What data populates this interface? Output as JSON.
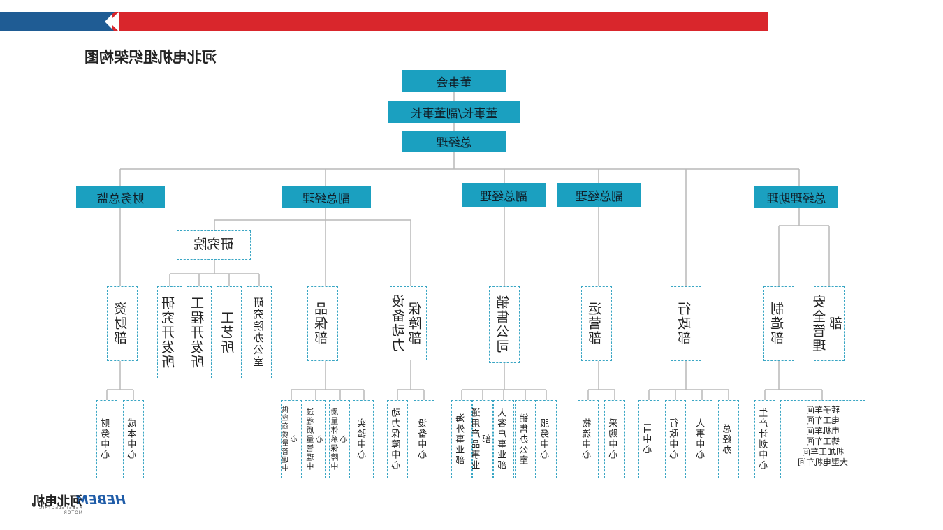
{
  "header": {
    "title": "河北电机组织架构图"
  },
  "colors": {
    "band_red": "#d9262c",
    "band_blue": "#1f5c94",
    "box_fill": "#1ba0c0",
    "dash_border": "#3aa6c4"
  },
  "top": {
    "board": "董事会",
    "chair": "董事长/副董事长",
    "gm": "总经理"
  },
  "level2": {
    "asst": "总经理助理",
    "vp1": "副总经理",
    "vp2": "副总经理",
    "vp3": "副总经理",
    "cfo": "财务总监"
  },
  "research": {
    "institute": "研究院"
  },
  "depts": {
    "safety": "安全管理部",
    "manufacturing": "制造部",
    "admin": "行政部",
    "logistics": "运营部",
    "sales": "销售公司",
    "equipment": "设备动力保障部",
    "quality": "品保部",
    "finance": "资财部",
    "ri_office": "研究院办公室",
    "ri_craft": "工艺所",
    "ri_eng": "工程开发所",
    "ri_dev": "研究开发所"
  },
  "centers": {
    "workshops": [
      "转子车间",
      "电工车间",
      "电机车间",
      "铸工车间",
      "机加工车间",
      "大型电机车间"
    ],
    "mfg_plan": "生产计划中心",
    "admin_office": "总经办",
    "hr": "人事中心",
    "admin_center": "行政中心",
    "it": "IT中心",
    "purchase": "采购中心",
    "logistics_center": "物流中心",
    "service": "服务中心",
    "sales_office": "销售办公室",
    "key_accounts": "大客户事业部",
    "general_products": "通用产品事业部",
    "overseas": "海外事业部",
    "equipment_center": "设备中心",
    "power_center": "动力保障中心",
    "lab_center": "实验中心",
    "system_quality": "质量体系保障中心",
    "process_quality": "过程质量管理中心",
    "supplier_quality": "供应商质量管理中心",
    "cost_center": "成本中心",
    "finance_center": "财务中心"
  },
  "logo": {
    "brand": "HEBEM",
    "cn": "河北电机",
    "en": "HEBEI ELECTRIC MOTOR"
  }
}
